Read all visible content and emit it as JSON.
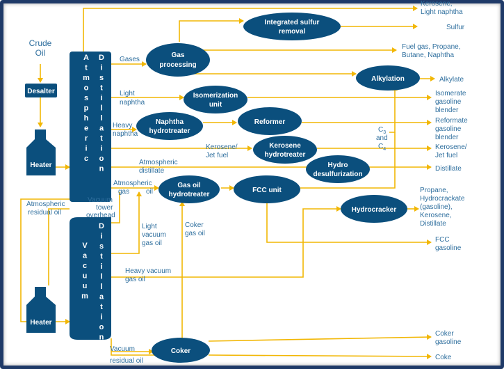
{
  "crude": {
    "line1": "Crude",
    "line2": "Oil"
  },
  "units": {
    "desalter": "Desalter",
    "heater": "Heater",
    "vac_heater": "Heater",
    "atm_col": "Atmospheric",
    "atm_dist": "Distillation",
    "vac_col": "Vacuum",
    "vac_dist": "Distillation",
    "gas_processing": [
      "Gas",
      "processing"
    ],
    "sulfur_removal": [
      "Integrated sulfur",
      "removal"
    ],
    "alkylation": "Alkylation",
    "isomerization": [
      "Isomerization",
      "unit"
    ],
    "naphtha_hydrotreater": [
      "Naphtha",
      "hydrotreater"
    ],
    "reformer": "Reformer",
    "kerosene_hydrotreater": [
      "Kerosene",
      "hydrotreater"
    ],
    "hydrodesulfurization": [
      "Hydro",
      "desulfurization"
    ],
    "gas_oil_hydrotreater": [
      "Gas oil",
      "hydrotreater"
    ],
    "fcc": "FCC unit",
    "hydrocracker": "Hydrocracker",
    "coker": "Coker"
  },
  "streams": {
    "gases": "Gases",
    "light_naphtha": [
      "Light",
      "naphtha"
    ],
    "heavy_naphtha": [
      "Heavy",
      "naphtha"
    ],
    "kerosene_jet": [
      "Kerosene/",
      "Jet fuel"
    ],
    "atm_distillate": [
      "Atmospheric",
      "distillate"
    ],
    "atm_gas_oil": [
      "Atmospheric",
      "gas",
      "oil"
    ],
    "atm_residual": [
      "Atmospheric",
      "residual oil"
    ],
    "vac_overhead": [
      "Vacuum",
      "tower",
      "overhead"
    ],
    "light_vac_gas_oil": [
      "Light",
      "vacuum",
      "gas oil"
    ],
    "heavy_vac_gas_oil": [
      "Heavy vacuum",
      "gas oil"
    ],
    "coker_gas_oil": [
      "Coker",
      "gas oil"
    ],
    "vac_residual": [
      "Vacuum",
      "residual oil"
    ],
    "c3_c4": [
      "C",
      "3",
      "and",
      "C",
      "4"
    ]
  },
  "products": {
    "kerosene_light_naphtha": [
      "Kerosene,",
      "Light naphtha"
    ],
    "sulfur": "Sulfur",
    "fuel_gas": [
      "Fuel gas, Propane,",
      "Butane, Naphtha"
    ],
    "alkylate": "Alkylate",
    "isomerate": [
      "Isomerate",
      "gasoline",
      "blender"
    ],
    "reformate": [
      "Reformate",
      "gasoline",
      "blender"
    ],
    "kerosene_jet": [
      "Kerosene/",
      "Jet fuel"
    ],
    "distillate": "Distillate",
    "hydrocrackate": [
      "Propane,",
      "Hydrocrackate",
      "(gasoline),",
      "Kerosene,",
      "Distillate"
    ],
    "fcc_gasoline": [
      "FCC",
      "gasoline"
    ],
    "coker_gasoline": [
      "Coker",
      "gasoline"
    ],
    "coke": "Coke"
  },
  "colors": {
    "unit": "#0b4f7d",
    "flow": "#f2b705",
    "label": "#2f6f9e",
    "frame": "#1f3a68"
  }
}
